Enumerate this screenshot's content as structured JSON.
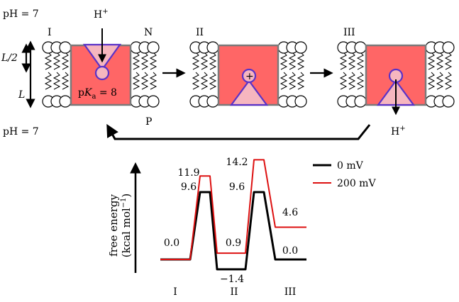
{
  "diagram": {
    "ph_top": "pH = 7",
    "ph_bottom": "pH = 7",
    "state_labels": [
      "I",
      "II",
      "III"
    ],
    "side_top": "N",
    "side_bottom": "P",
    "proton_in": "H",
    "proton_out": "H",
    "proton_charge": "+",
    "pka_prefix": "p",
    "pka_K": "K",
    "pka_sub": "a",
    "pka_value": " = 8",
    "site_charge": "+",
    "dim_half": "L/2",
    "dim_full": "L",
    "colors": {
      "protein": "#ff6666",
      "protein_border": "#7a7a7a",
      "site_fill": "#f6b6bf",
      "site_stroke": "#5a32c8"
    }
  },
  "chart_data": {
    "type": "line",
    "ylabel_line1": "free energy",
    "ylabel_line2": "(kcal mol",
    "ylabel_exp": "−1",
    "ylabel_close": ")",
    "x_labels": [
      "I",
      "II",
      "III"
    ],
    "series": [
      {
        "name": "0 mV",
        "color": "#000000",
        "levels": [
          0.0,
          9.6,
          -1.4,
          9.6,
          0.0
        ]
      },
      {
        "name": "200 mV",
        "color": "#dd1111",
        "levels": [
          0.0,
          11.9,
          0.9,
          14.2,
          4.6
        ]
      }
    ],
    "annotations": [
      "11.9",
      "9.6",
      "0.0",
      "0.9",
      "−1.4",
      "14.2",
      "9.6",
      "4.6",
      "0.0"
    ]
  }
}
